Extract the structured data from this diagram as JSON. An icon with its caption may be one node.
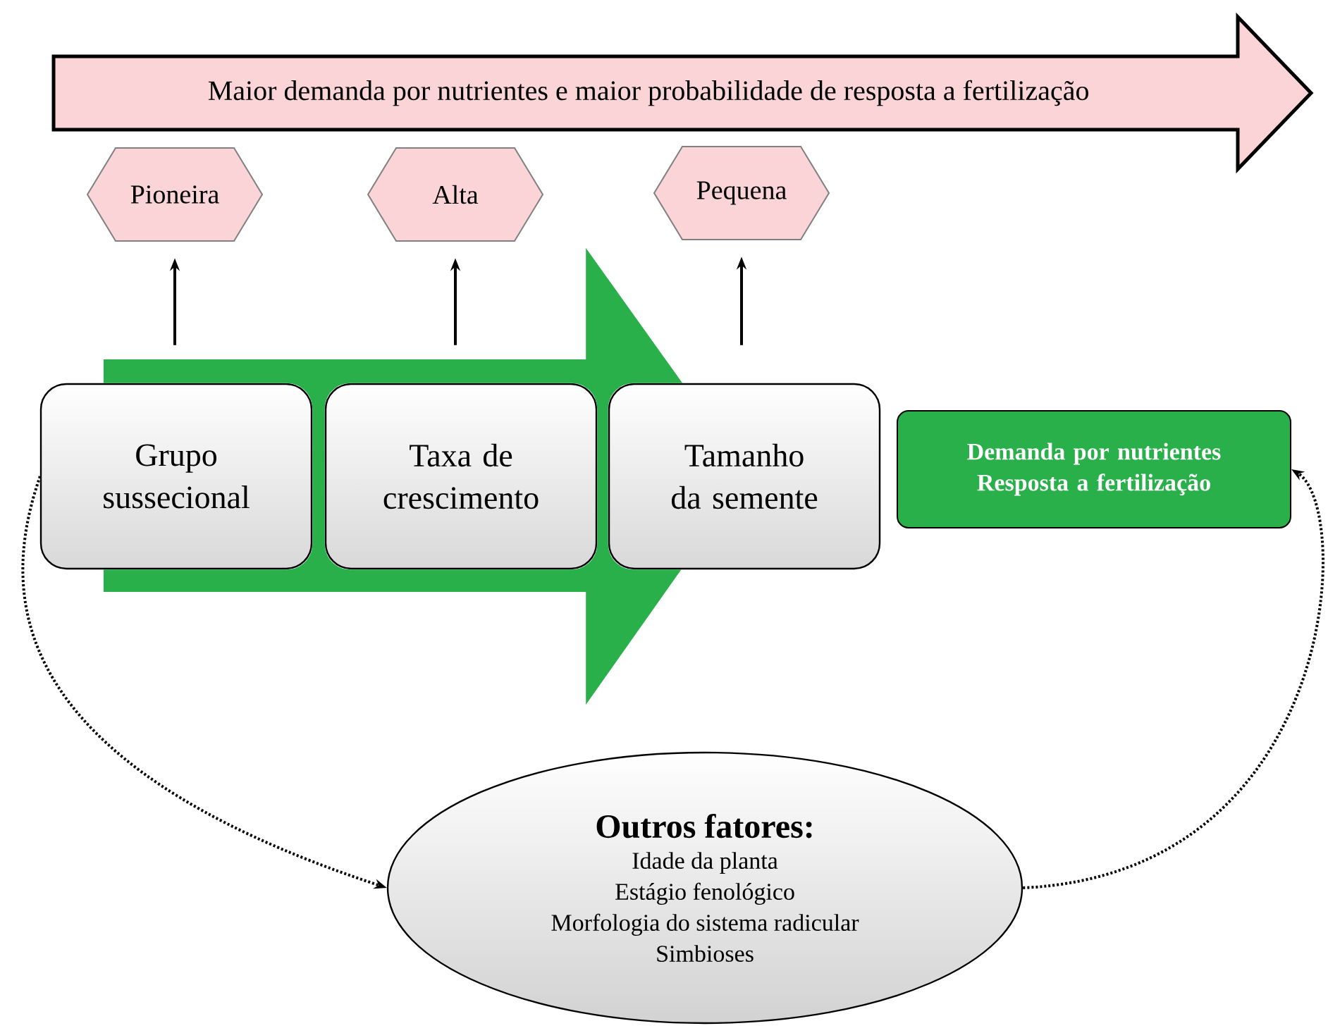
{
  "diagram": {
    "nodes": [
      {
        "text": [
          "Maior demanda por nutrientes e maior probabilidade de resposta a fertilização"
        ]
      },
      {
        "text": [
          "Pioneira"
        ]
      },
      {
        "text": [
          "Alta"
        ]
      },
      {
        "text": [
          "Pequena"
        ]
      },
      {
        "text": [
          "Grupo sussecional"
        ]
      },
      {
        "text": [
          "Taxa de crescimento"
        ]
      },
      {
        "text": [
          "Tamanho da semente"
        ]
      },
      {
        "text": [
          "Demanda por nutrientes Resposta a fertilização"
        ]
      },
      {
        "text": [
          "Outros fatores:",
          "Idade da planta",
          "Estágio fenológico",
          "Morfologia do sistema radicular",
          "Simbioses"
        ]
      }
    ],
    "edges": [
      {
        "from": 4,
        "to": 1,
        "arrow": "to"
      },
      {
        "from": 5,
        "to": 2,
        "arrow": "to"
      },
      {
        "from": 6,
        "to": 3,
        "arrow": "to"
      },
      {
        "from": 4,
        "to": 8,
        "arrow": "to",
        "style": "dashed"
      },
      {
        "from": 8,
        "to": 7,
        "arrow": "to",
        "style": "dashed"
      },
      {
        "from": 4,
        "to": 6,
        "arrow": "to",
        "style": "thick",
        "color": "#2ab04a"
      }
    ]
  }
}
